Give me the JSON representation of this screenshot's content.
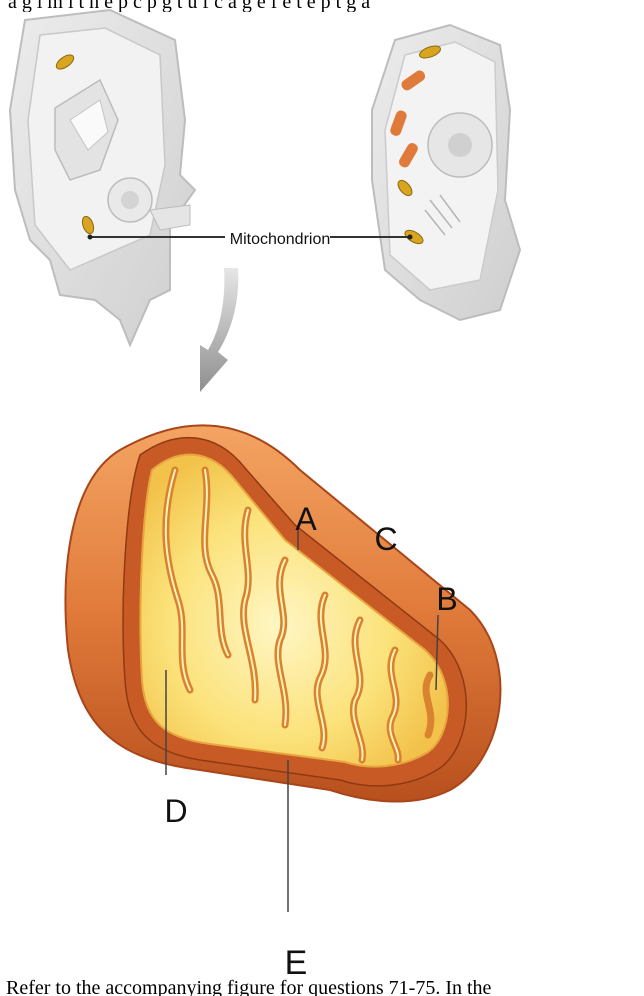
{
  "header_fragment": "a g i m i t h e p c p g t u f c a g e f e t e p t g a",
  "callout_label": "Mitochondrion",
  "labels": {
    "a": "A",
    "b": "B",
    "c": "C",
    "d": "D",
    "e": "E"
  },
  "footer_text": "Refer to the accompanying figure for questions 71-75. In the",
  "colors": {
    "outer_membrane": "#e07a3a",
    "intermembrane": "#c85a26",
    "matrix": "#fbe27a",
    "cell_gray": "#d9d9d9",
    "arrow": "#a9a9a9"
  }
}
